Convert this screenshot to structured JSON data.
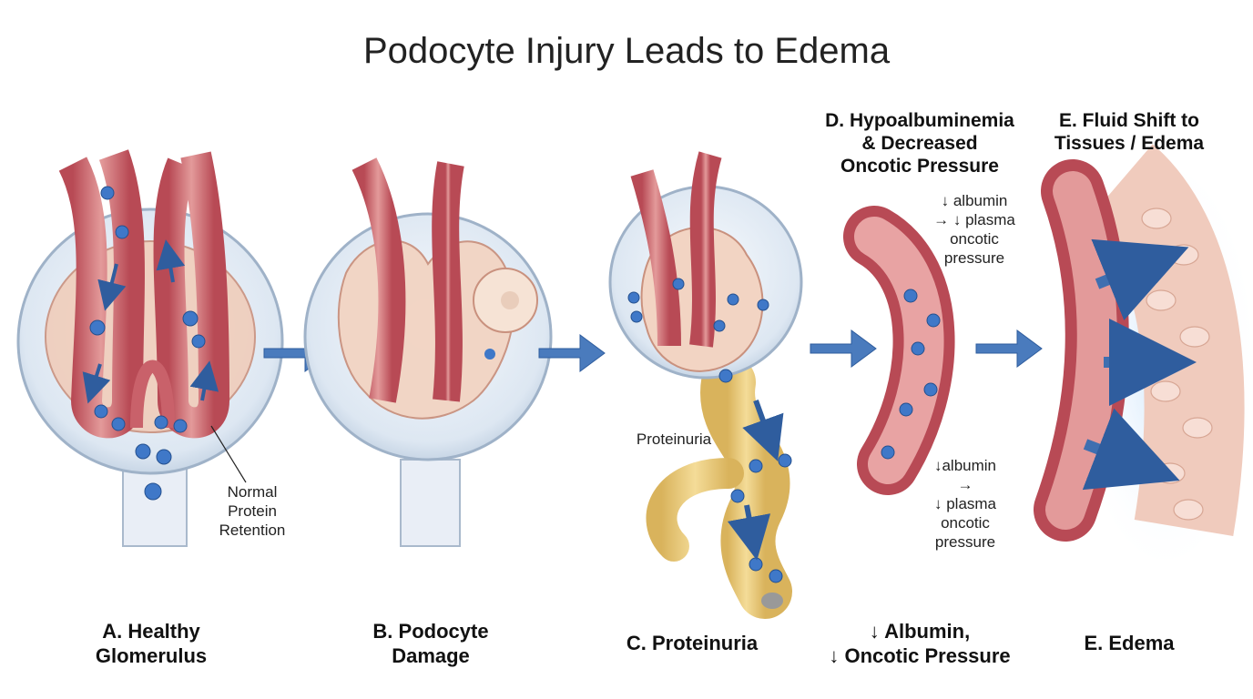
{
  "title": "Podocyte Injury Leads to Edema",
  "panels": {
    "a": {
      "caption": "A. Healthy\nGlomerulus",
      "note": "Normal\nProtein\nRetention"
    },
    "b": {
      "caption": "B. Podocyte\nDamage"
    },
    "c": {
      "caption": "C. Proteinuria",
      "note": "Proteinuria"
    },
    "d": {
      "header": "D. Hypoalbuminemia\n& Decreased\nOncotic Pressure",
      "caption": "↓ Albumin,\n↓ Oncotic Pressure",
      "note_top": "↓ albumin\n→ ↓ plasma\noncotic\npressure",
      "note_bottom": "↓albumin\n→\n↓ plasma\noncotic\npressure"
    },
    "e": {
      "header": "E. Fluid Shift to\nTissues / Edema",
      "caption": "E. Edema"
    }
  },
  "colors": {
    "vessel": "#c9616a",
    "vessel_light": "#e8a3a3",
    "protein": "#3f78c8",
    "arrow": "#3f6fb0",
    "capsule": "#dfe8f3",
    "tubule": "#e8c777",
    "tissue": "#f3d2c6"
  }
}
